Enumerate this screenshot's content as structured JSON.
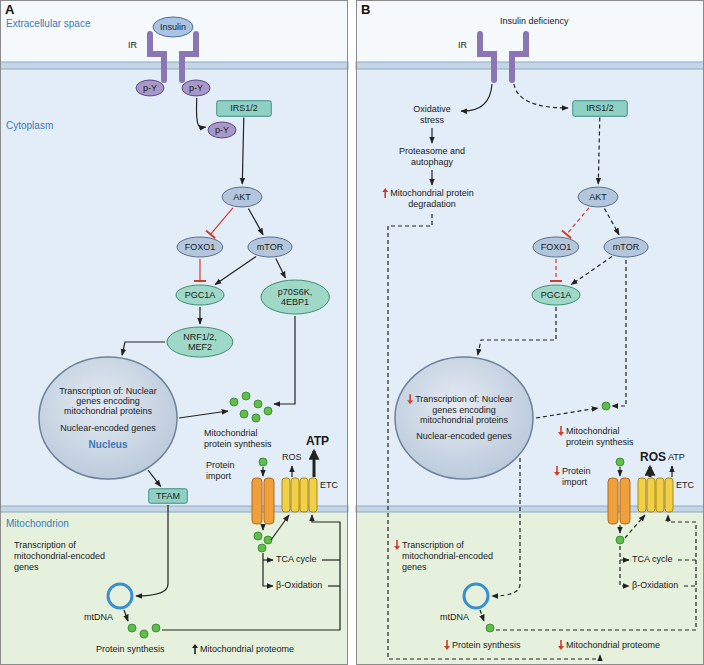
{
  "diagram": {
    "nodes": [
      {
        "text": [
          "Insulin"
        ]
      },
      {
        "text": [
          "p-Y"
        ]
      },
      {
        "text": [
          "p-Y"
        ]
      },
      {
        "text": [
          "IRS1/2"
        ]
      },
      {
        "text": [
          "p-Y"
        ]
      },
      {
        "text": [
          "AKT"
        ]
      },
      {
        "text": [
          "FOXO1"
        ]
      },
      {
        "text": [
          "mTOR"
        ]
      },
      {
        "text": [
          "PGC1A"
        ]
      },
      {
        "text": [
          "p70S6K, 4EBP1"
        ]
      },
      {
        "text": [
          "NRF1/2, MEF2"
        ]
      },
      {
        "text": [
          "Transcription of: Nuclear genes encoding mitochondrial proteins",
          "Nuclear-encoded genes",
          "Nucleus"
        ]
      },
      {
        "text": [
          "TFAM"
        ]
      },
      {
        "text": [
          "IRS1/2"
        ]
      },
      {
        "text": [
          "AKT"
        ]
      },
      {
        "text": [
          "FOXO1"
        ]
      },
      {
        "text": [
          "mTOR"
        ]
      },
      {
        "text": [
          "PGC1A"
        ]
      },
      {
        "text": [
          "Transcription of: Nuclear genes encoding mitochondrial proteins",
          "Nuclear-encoded genes"
        ]
      }
    ],
    "edges": [
      {
        "from": 2,
        "to": 4,
        "arrow": "to"
      },
      {
        "from": 3,
        "to": 5,
        "arrow": "to"
      },
      {
        "from": 5,
        "to": 6,
        "arrow": "to"
      },
      {
        "from": 5,
        "to": 7,
        "arrow": "to"
      },
      {
        "from": 6,
        "to": 8,
        "arrow": "to"
      },
      {
        "from": 7,
        "to": 8,
        "arrow": "to"
      },
      {
        "from": 7,
        "to": 9,
        "arrow": "to"
      },
      {
        "from": 8,
        "to": 10,
        "arrow": "to"
      },
      {
        "from": 10,
        "to": 11,
        "arrow": "to"
      },
      {
        "from": 11,
        "to": 12,
        "arrow": "to"
      },
      {
        "from": 13,
        "to": 14,
        "arrow": "to"
      },
      {
        "from": 14,
        "to": 15,
        "arrow": "to"
      },
      {
        "from": 14,
        "to": 16,
        "arrow": "to"
      },
      {
        "from": 15,
        "to": 17,
        "arrow": "to"
      },
      {
        "from": 16,
        "to": 17,
        "arrow": "to"
      },
      {
        "from": 17,
        "to": 18,
        "arrow": "to"
      }
    ],
    "labels": [
      "A",
      "Extracellular space",
      "IR",
      "Cytoplasm",
      "Mitochondrion",
      "Mitochondrial protein synthesis",
      "Protein import",
      "ROS",
      "ATP",
      "ETC",
      "TCA cycle",
      "β-Oxidation",
      "Transcription of mitochondrial-encoded genes",
      "mtDNA",
      "Protein synthesis",
      "Mitochondrial proteome",
      "B",
      "Insulin deficiency",
      "IR",
      "Oxidative stress",
      "Proteasome and autophagy",
      "Mitochondrial protein degradation",
      "Mitochondrial protein synthesis",
      "Protein import",
      "ROS",
      "ATP",
      "ETC",
      "TCA cycle",
      "β-Oxidation",
      "Transcription of mitochondrial-encoded genes",
      "mtDNA",
      "Protein synthesis",
      "Mitochondrial proteome"
    ]
  }
}
